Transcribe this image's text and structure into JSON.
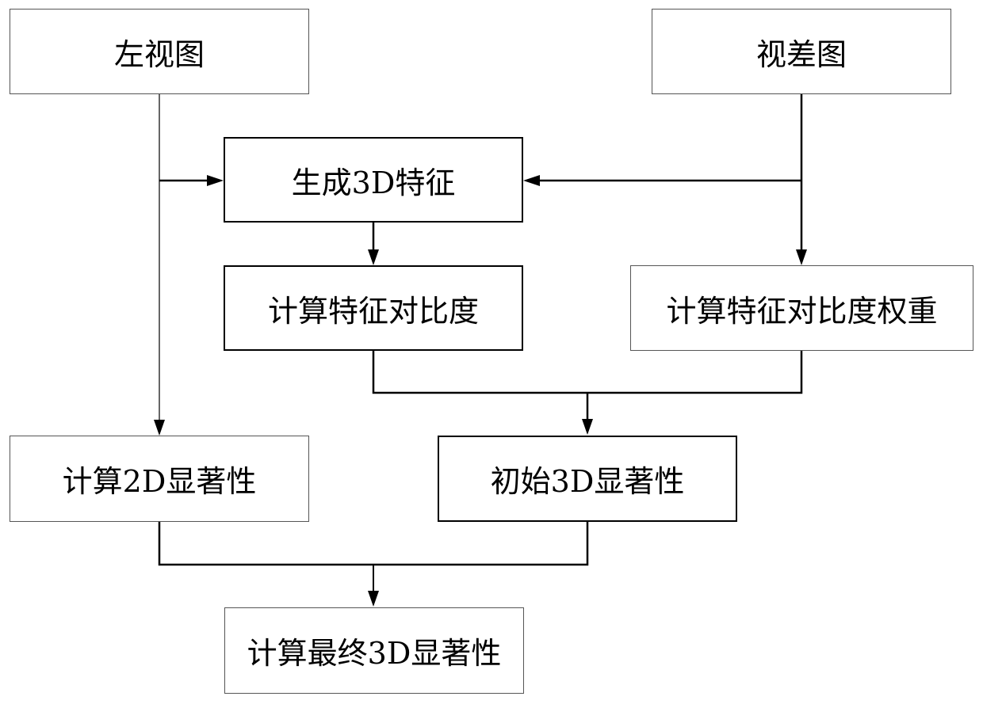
{
  "diagram": {
    "nodes": {
      "left_view": "左视图",
      "disparity_map": "视差图",
      "generate_3d_features": "生成3D特征",
      "compute_feature_contrast": "计算特征对比度",
      "compute_contrast_weight": "计算特征对比度权重",
      "compute_2d_saliency": "计算2D显著性",
      "initial_3d_saliency": "初始3D显著性",
      "final_3d_saliency": "计算最终3D显著性"
    },
    "edges": [
      {
        "from": "left_view",
        "to": "generate_3d_features"
      },
      {
        "from": "left_view",
        "to": "compute_2d_saliency"
      },
      {
        "from": "disparity_map",
        "to": "generate_3d_features"
      },
      {
        "from": "disparity_map",
        "to": "compute_contrast_weight"
      },
      {
        "from": "generate_3d_features",
        "to": "compute_feature_contrast"
      },
      {
        "from": "compute_feature_contrast",
        "to": "initial_3d_saliency"
      },
      {
        "from": "compute_contrast_weight",
        "to": "initial_3d_saliency"
      },
      {
        "from": "compute_2d_saliency",
        "to": "final_3d_saliency"
      },
      {
        "from": "initial_3d_saliency",
        "to": "final_3d_saliency"
      }
    ]
  }
}
